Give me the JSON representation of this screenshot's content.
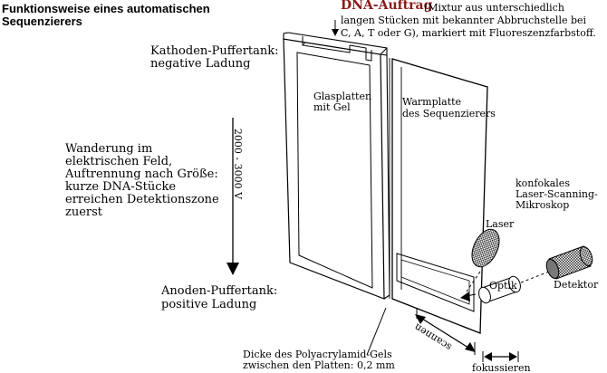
{
  "title": {
    "line1": "Funktionsweise eines automatischen",
    "line2": "Sequenzierers"
  },
  "dna_auftrag": {
    "heading": "DNA-Auftrag",
    "line1": "(Mixtur aus unterschiedlich",
    "line2": "langen Stücken mit bekannter Abbruchstelle bei",
    "line3": "C, A, T oder G), markiert mit Fluoreszenzfarbstoff."
  },
  "kathoden": {
    "line1": "Kathoden-Puffertank:",
    "line2": "negative Ladung"
  },
  "glasplatten": {
    "line1": "Glasplatten",
    "line2": "mit Gel"
  },
  "warmplatte": {
    "line1": "Warmplatte",
    "line2": "des Sequenzierers"
  },
  "wanderung": {
    "line1": "Wanderung im",
    "line2": "elektrischen Feld,",
    "line3": "Auftrennung nach Größe:",
    "line4": "kurze DNA-Stücke",
    "line5": "erreichen Detektionszone",
    "line6": "zuerst"
  },
  "voltage": "2000 - 3000 V",
  "mikroskop": {
    "line1": "konfokales",
    "line2": "Laser-Scanning-",
    "line3": "Mikroskop"
  },
  "laser": "Laser",
  "optik": "Optik",
  "detektor": "Detektor",
  "anoden": {
    "line1": "Anoden-Puffertank:",
    "line2": "positive Ladung"
  },
  "scannen": "scannen",
  "dicke": {
    "line1": "Dicke des Polyacrylamid-Gels",
    "line2": "zwischen den Platten: 0,2 mm"
  },
  "fokussieren": "fokussieren",
  "colors": {
    "accent": "#8b1a1a",
    "ink": "#000000",
    "fill_dark": "#555555"
  }
}
